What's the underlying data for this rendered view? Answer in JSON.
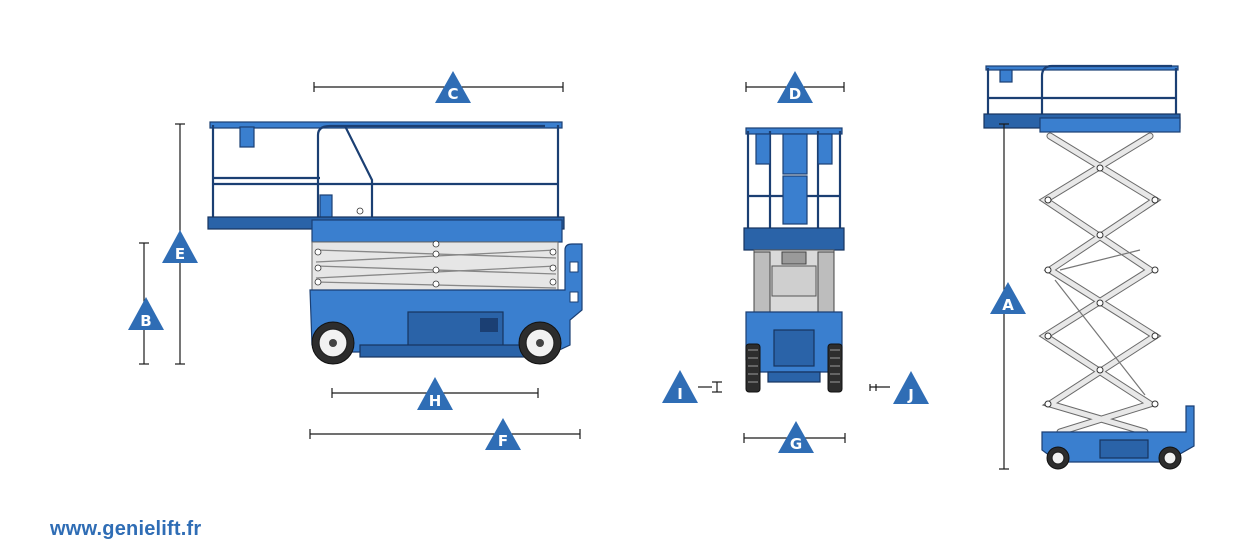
{
  "labels": {
    "A": "A",
    "B": "B",
    "C": "C",
    "D": "D",
    "E": "E",
    "F": "F",
    "G": "G",
    "H": "H",
    "I": "I",
    "J": "J"
  },
  "footer": {
    "website": "www.genielift.fr"
  },
  "colors": {
    "brand_blue": "#2f6db5",
    "machine_blue": "#3a7fcf"
  }
}
